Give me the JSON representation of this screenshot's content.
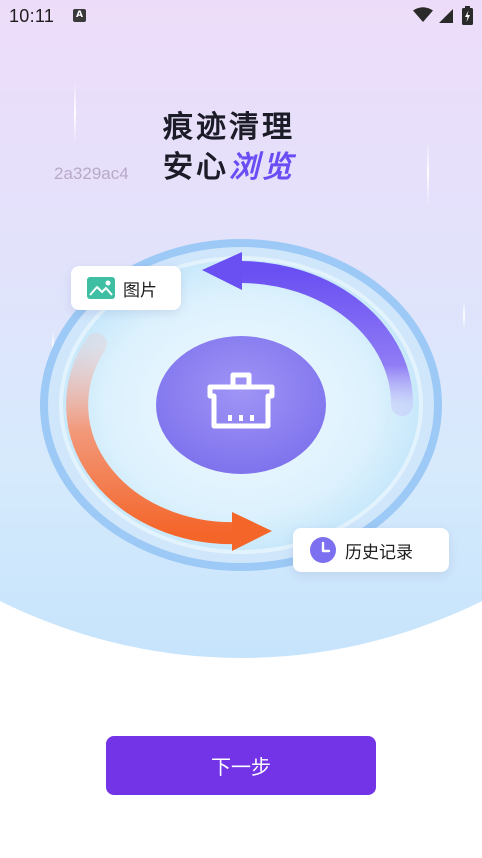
{
  "status_bar": {
    "time": "10:11",
    "notification_icon": "a-letter-icon",
    "wifi_icon": "wifi-icon",
    "signal_icon": "cell-signal-icon",
    "battery_icon": "battery-charging-icon"
  },
  "hero": {
    "title_line1": "痕迹清理",
    "title_line2_plain": "安心",
    "title_line2_accent": "浏览",
    "hash_text": "2a329ac4"
  },
  "illustration": {
    "center_icon": "cleaning-brush-icon",
    "chips": [
      {
        "label": "图片",
        "icon": "image-icon"
      },
      {
        "label": "历史记录",
        "icon": "clock-icon"
      }
    ]
  },
  "footer": {
    "next_button_label": "下一步"
  },
  "colors": {
    "accent": "#6a4df4",
    "button": "#7333e6",
    "arrow_orange": "#f4733a",
    "arrow_purple": "#6a50f2"
  }
}
